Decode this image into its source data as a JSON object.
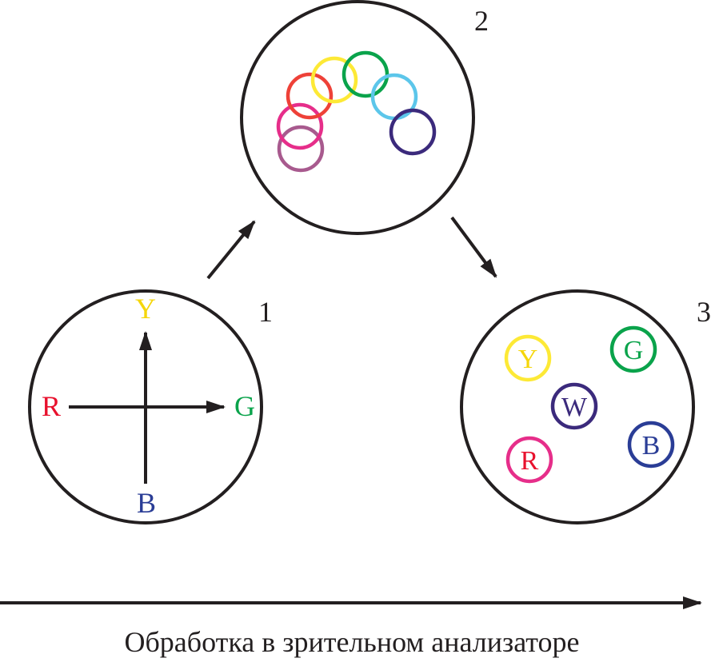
{
  "stages": [
    {
      "number": "1",
      "labels": {
        "top": "Y",
        "left": "R",
        "right": "G",
        "bottom": "B"
      }
    },
    {
      "number": "2",
      "rings": [
        {
          "name": "mauve",
          "color": "#a85a8e"
        },
        {
          "name": "magenta",
          "color": "#e62e8a"
        },
        {
          "name": "red",
          "color": "#ee4138"
        },
        {
          "name": "yellow",
          "color": "#fde936"
        },
        {
          "name": "green",
          "color": "#0aa34b"
        },
        {
          "name": "light-blue",
          "color": "#5cc6ea"
        },
        {
          "name": "dark-purple",
          "color": "#3b2a7c"
        }
      ]
    },
    {
      "number": "3",
      "points": [
        {
          "label": "Y",
          "color": "#fde936",
          "text_color": "#f5d60a"
        },
        {
          "label": "G",
          "color": "#0aa34b",
          "text_color": "#0aa34b"
        },
        {
          "label": "W",
          "color": "#3b2a7c",
          "text_color": "#3b2a7c"
        },
        {
          "label": "B",
          "color": "#2a3d96",
          "text_color": "#2a3d96"
        },
        {
          "label": "R",
          "color": "#e62e8a",
          "text_color": "#e8112d"
        }
      ]
    }
  ],
  "axis_colors": {
    "Y": "#f5d60a",
    "R": "#e8112d",
    "G": "#0aa34b",
    "B": "#2a3d96"
  },
  "caption": "Обработка в зрительном анализаторе"
}
